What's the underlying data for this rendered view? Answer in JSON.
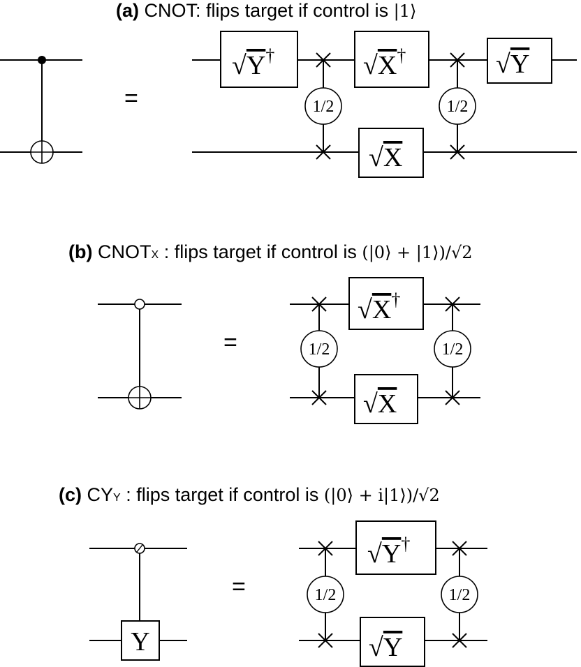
{
  "panels": {
    "a": {
      "label": "(a)",
      "name": "CNOT",
      "colon": ":",
      "description": "flips target if control is",
      "state": "|1⟩"
    },
    "b": {
      "label": "(b)",
      "name": "CNOT",
      "subscript": "X",
      "colon": ":",
      "description": "flips target if control is",
      "state": "(|0⟩ + |1⟩)/√2"
    },
    "c": {
      "label": "(c)",
      "name": "CY",
      "subscript": "Y",
      "colon": ":",
      "description": "flips target if control is",
      "state": "(|0⟩ + i|1⟩)/√2"
    }
  },
  "symbols": {
    "equals": "=",
    "half": "1/2",
    "dagger": "†",
    "sqrt": "√",
    "gate_x": "X",
    "gate_y": "Y"
  }
}
